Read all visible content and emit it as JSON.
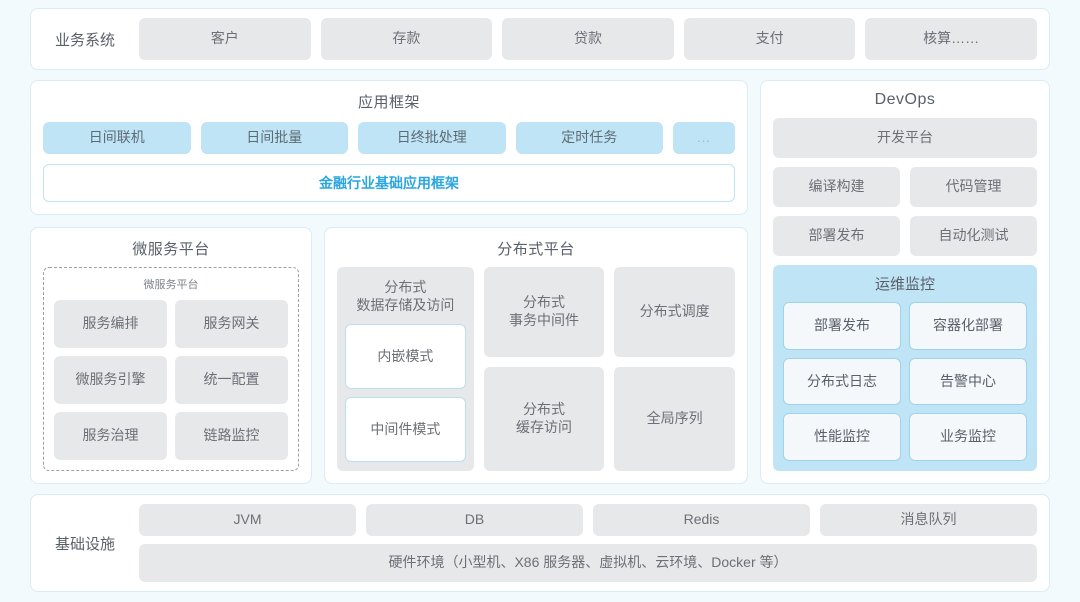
{
  "business": {
    "label": "业务系统",
    "items": [
      "客户",
      "存款",
      "贷款",
      "支付",
      "核算……"
    ]
  },
  "app_framework": {
    "title": "应用框架",
    "chips": [
      "日间联机",
      "日间批量",
      "日终批处理",
      "定时任务"
    ],
    "more": "...",
    "foundation_bar": "金融行业基础应用框架"
  },
  "microservice": {
    "title": "微服务平台",
    "inner_title": "微服务平台",
    "items": [
      "服务编排",
      "服务网关",
      "微服务引擎",
      "统一配置",
      "服务治理",
      "链路监控"
    ]
  },
  "distributed": {
    "title": "分布式平台",
    "col1": {
      "title": "分布式\n数据存储及访问",
      "title_line1": "分布式",
      "title_line2": "数据存储及访问",
      "modes": [
        "内嵌模式",
        "中间件模式"
      ]
    },
    "col2": {
      "top_line1": "分布式",
      "top_line2": "事务中间件",
      "bottom_line1": "分布式",
      "bottom_line2": "缓存访问"
    },
    "col3": {
      "top": "分布式调度",
      "bottom": "全局序列"
    }
  },
  "devops": {
    "title": "DevOps",
    "platform": "开发平台",
    "pair1": [
      "编译构建",
      "代码管理"
    ],
    "pair2": [
      "部署发布",
      "自动化测试"
    ],
    "ops": {
      "title": "运维监控",
      "items": [
        "部署发布",
        "容器化部署",
        "分布式日志",
        "告警中心",
        "性能监控",
        "业务监控"
      ]
    }
  },
  "infrastructure": {
    "label": "基础设施",
    "items": [
      "JVM",
      "DB",
      "Redis",
      "消息队列"
    ],
    "hardware": "硬件环境（小型机、X86 服务器、虚拟机、云环境、Docker 等）"
  },
  "colors": {
    "page_bg": "#f3fafd",
    "panel_border": "#d9edf4",
    "chip_grey": "#e7e8ea",
    "chip_blue": "#bfe4f6",
    "accent_blue": "#2ba6e0",
    "text": "#5a6069"
  }
}
